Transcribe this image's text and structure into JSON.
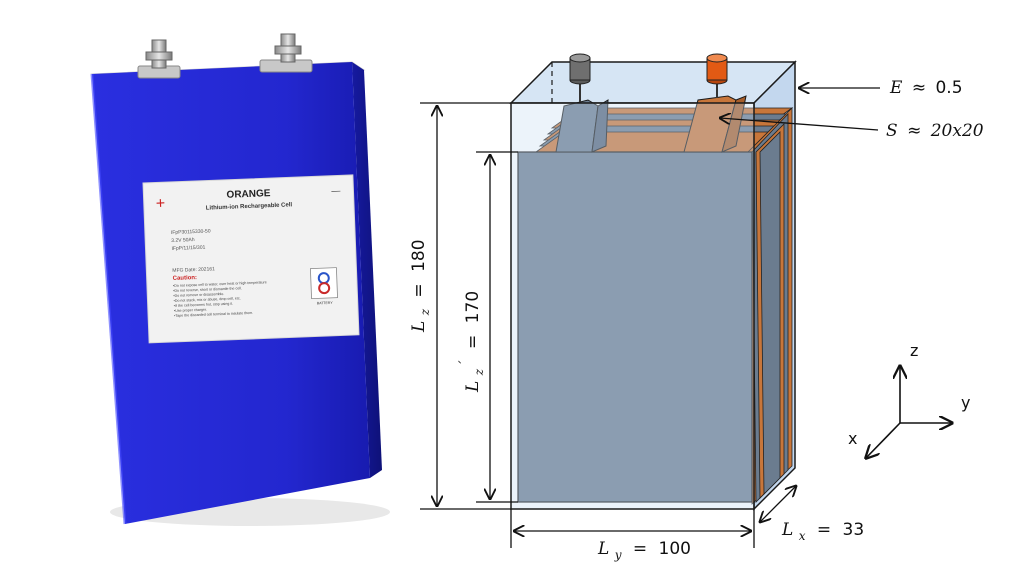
{
  "photo": {
    "label_title": "ORANGE",
    "label_subtitle": "Lithium-ion Rechargeable Cell",
    "plus_sign": "+",
    "minus_sign": "—",
    "model_lines": [
      "IFpP30115330-50",
      "3.2V 50Ah",
      "IFpP/11/15/301"
    ],
    "mfg_date": "MFG Date: 202161",
    "caution_title": "Caution:",
    "caution_lines": [
      "•Do not expose cell to water, over heat or high temperature",
      "•Do not reverse, short or dismantle the cell.",
      "•Do not remove or disassemble.",
      "•Do not stack, mix or abuse, drop cell, etc.",
      "•If the cell becomes hot, stop using it.",
      "•Use proper charger.",
      "•Tape the discarded cell terminal to insulate them."
    ],
    "logo_text": "BATTERY",
    "colors": {
      "body": "#1f22c9",
      "body_dark": "#0f1290",
      "label": "#f2f2f2",
      "plus": "#cc2222"
    }
  },
  "diagram": {
    "labels": {
      "E": {
        "var": "E",
        "rel": "≈",
        "val": "0.5"
      },
      "S": {
        "var": "S",
        "rel": "≈",
        "val": "20x20"
      },
      "Lz": {
        "var": "L",
        "sub": "z",
        "rel": "=",
        "val": "180"
      },
      "Lz_prime": {
        "var": "L",
        "sub": "z",
        "prime": "′",
        "rel": "=",
        "val": "170"
      },
      "Ly": {
        "var": "L",
        "sub": "y",
        "rel": "=",
        "val": "100"
      },
      "Lx": {
        "var": "L",
        "sub": "x",
        "rel": "=",
        "val": "33"
      }
    },
    "colors": {
      "casing": "#c9dcf0",
      "casing_edge": "#1a1a1a",
      "electrode": "#6b7c8f",
      "copper": "#c8763a",
      "terminal_left": "#6f6f6f",
      "terminal_right": "#e25a14"
    }
  },
  "axes": {
    "z": "z",
    "y": "y",
    "x": "x"
  }
}
